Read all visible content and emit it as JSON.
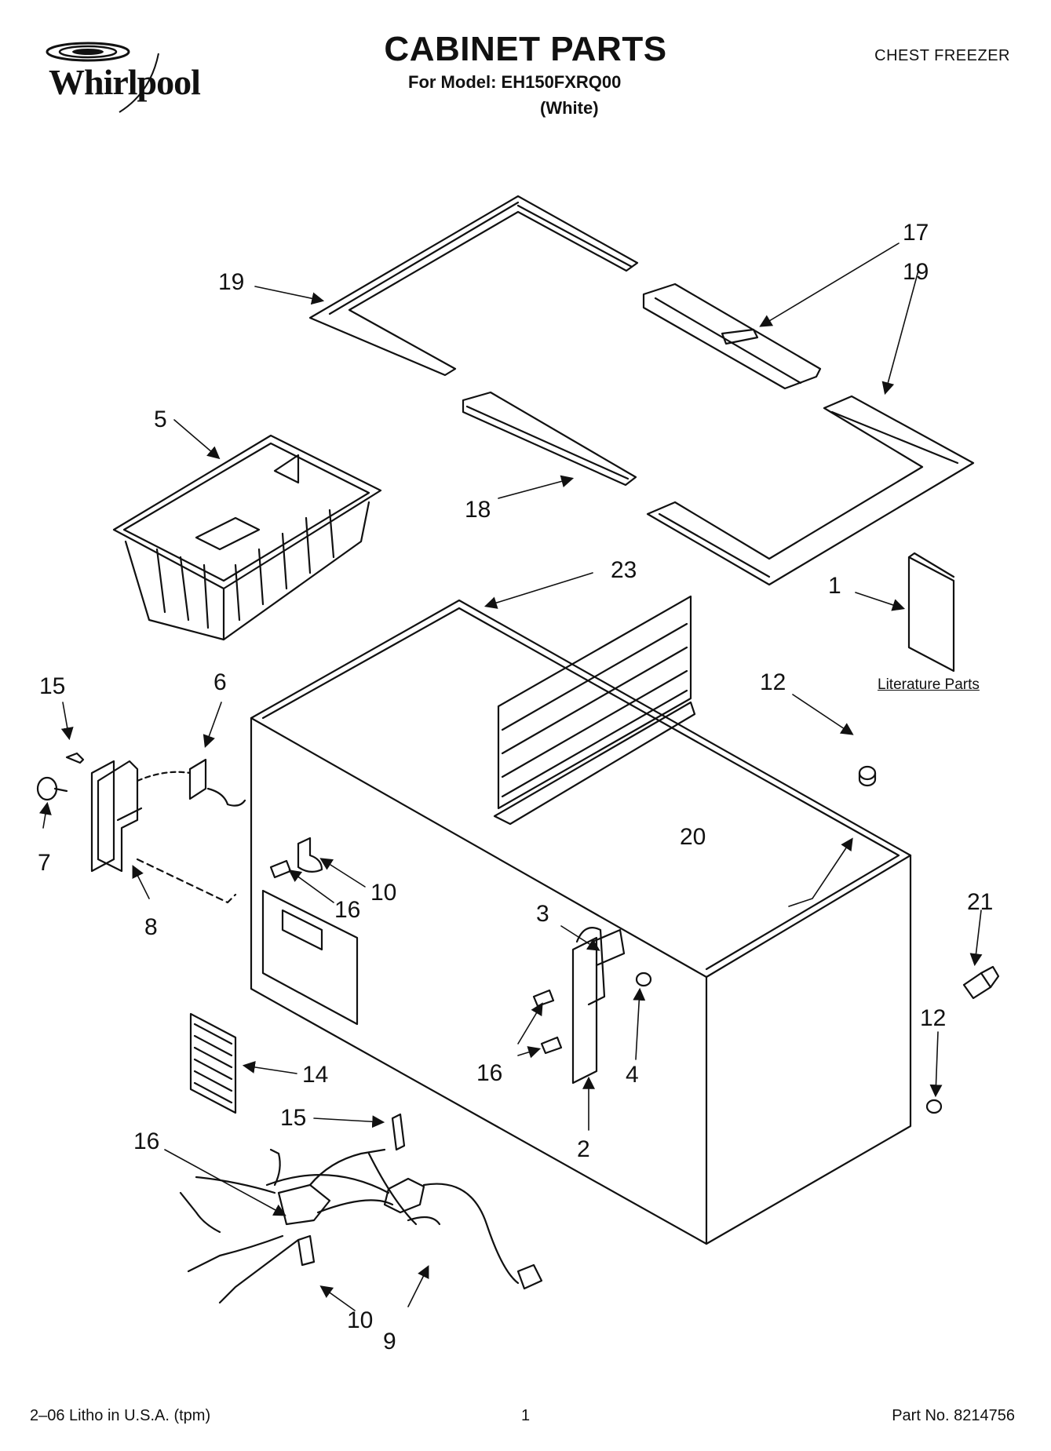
{
  "header": {
    "brand": "Whirlpool",
    "title": "CABINET PARTS",
    "model_line": "For Model: EH150FXRQ00",
    "color_line": "(White)",
    "category": "CHEST FREEZER"
  },
  "callouts": {
    "c1": "1",
    "c2": "2",
    "c3": "3",
    "c4": "4",
    "c5": "5",
    "c6": "6",
    "c7": "7",
    "c8": "8",
    "c9": "9",
    "c10a": "10",
    "c10b": "10",
    "c12a": "12",
    "c12b": "12",
    "c14": "14",
    "c15a": "15",
    "c15b": "15",
    "c16a": "16",
    "c16b": "16",
    "c16c": "16",
    "c17": "17",
    "c18": "18",
    "c19a": "19",
    "c19b": "19",
    "c20": "20",
    "c21": "21",
    "c23": "23",
    "literature": "Literature Parts"
  },
  "footer": {
    "litho": "2–06 Litho in U.S.A. (tpm)",
    "page": "1",
    "part_no": "Part No. 8214756"
  }
}
